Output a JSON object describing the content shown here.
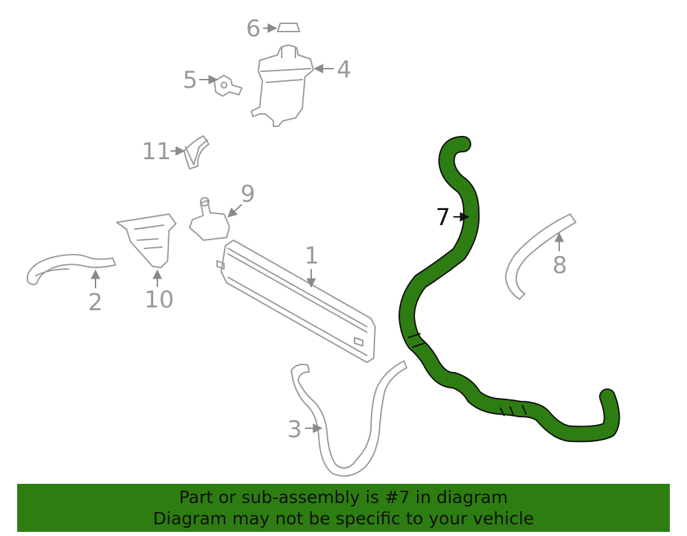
{
  "diagram": {
    "highlight_color": "#2e7d12",
    "line_color": "#9a9a9a",
    "callouts": {
      "c1": "1",
      "c2": "2",
      "c3": "3",
      "c4": "4",
      "c5": "5",
      "c6": "6",
      "c7": "7",
      "c8": "8",
      "c9": "9",
      "c10": "10",
      "c11": "11"
    }
  },
  "banner": {
    "line1": "Part or sub-assembly is #7 in diagram",
    "line2": "Diagram may not be specific to your vehicle",
    "background": "#2e7d12"
  }
}
